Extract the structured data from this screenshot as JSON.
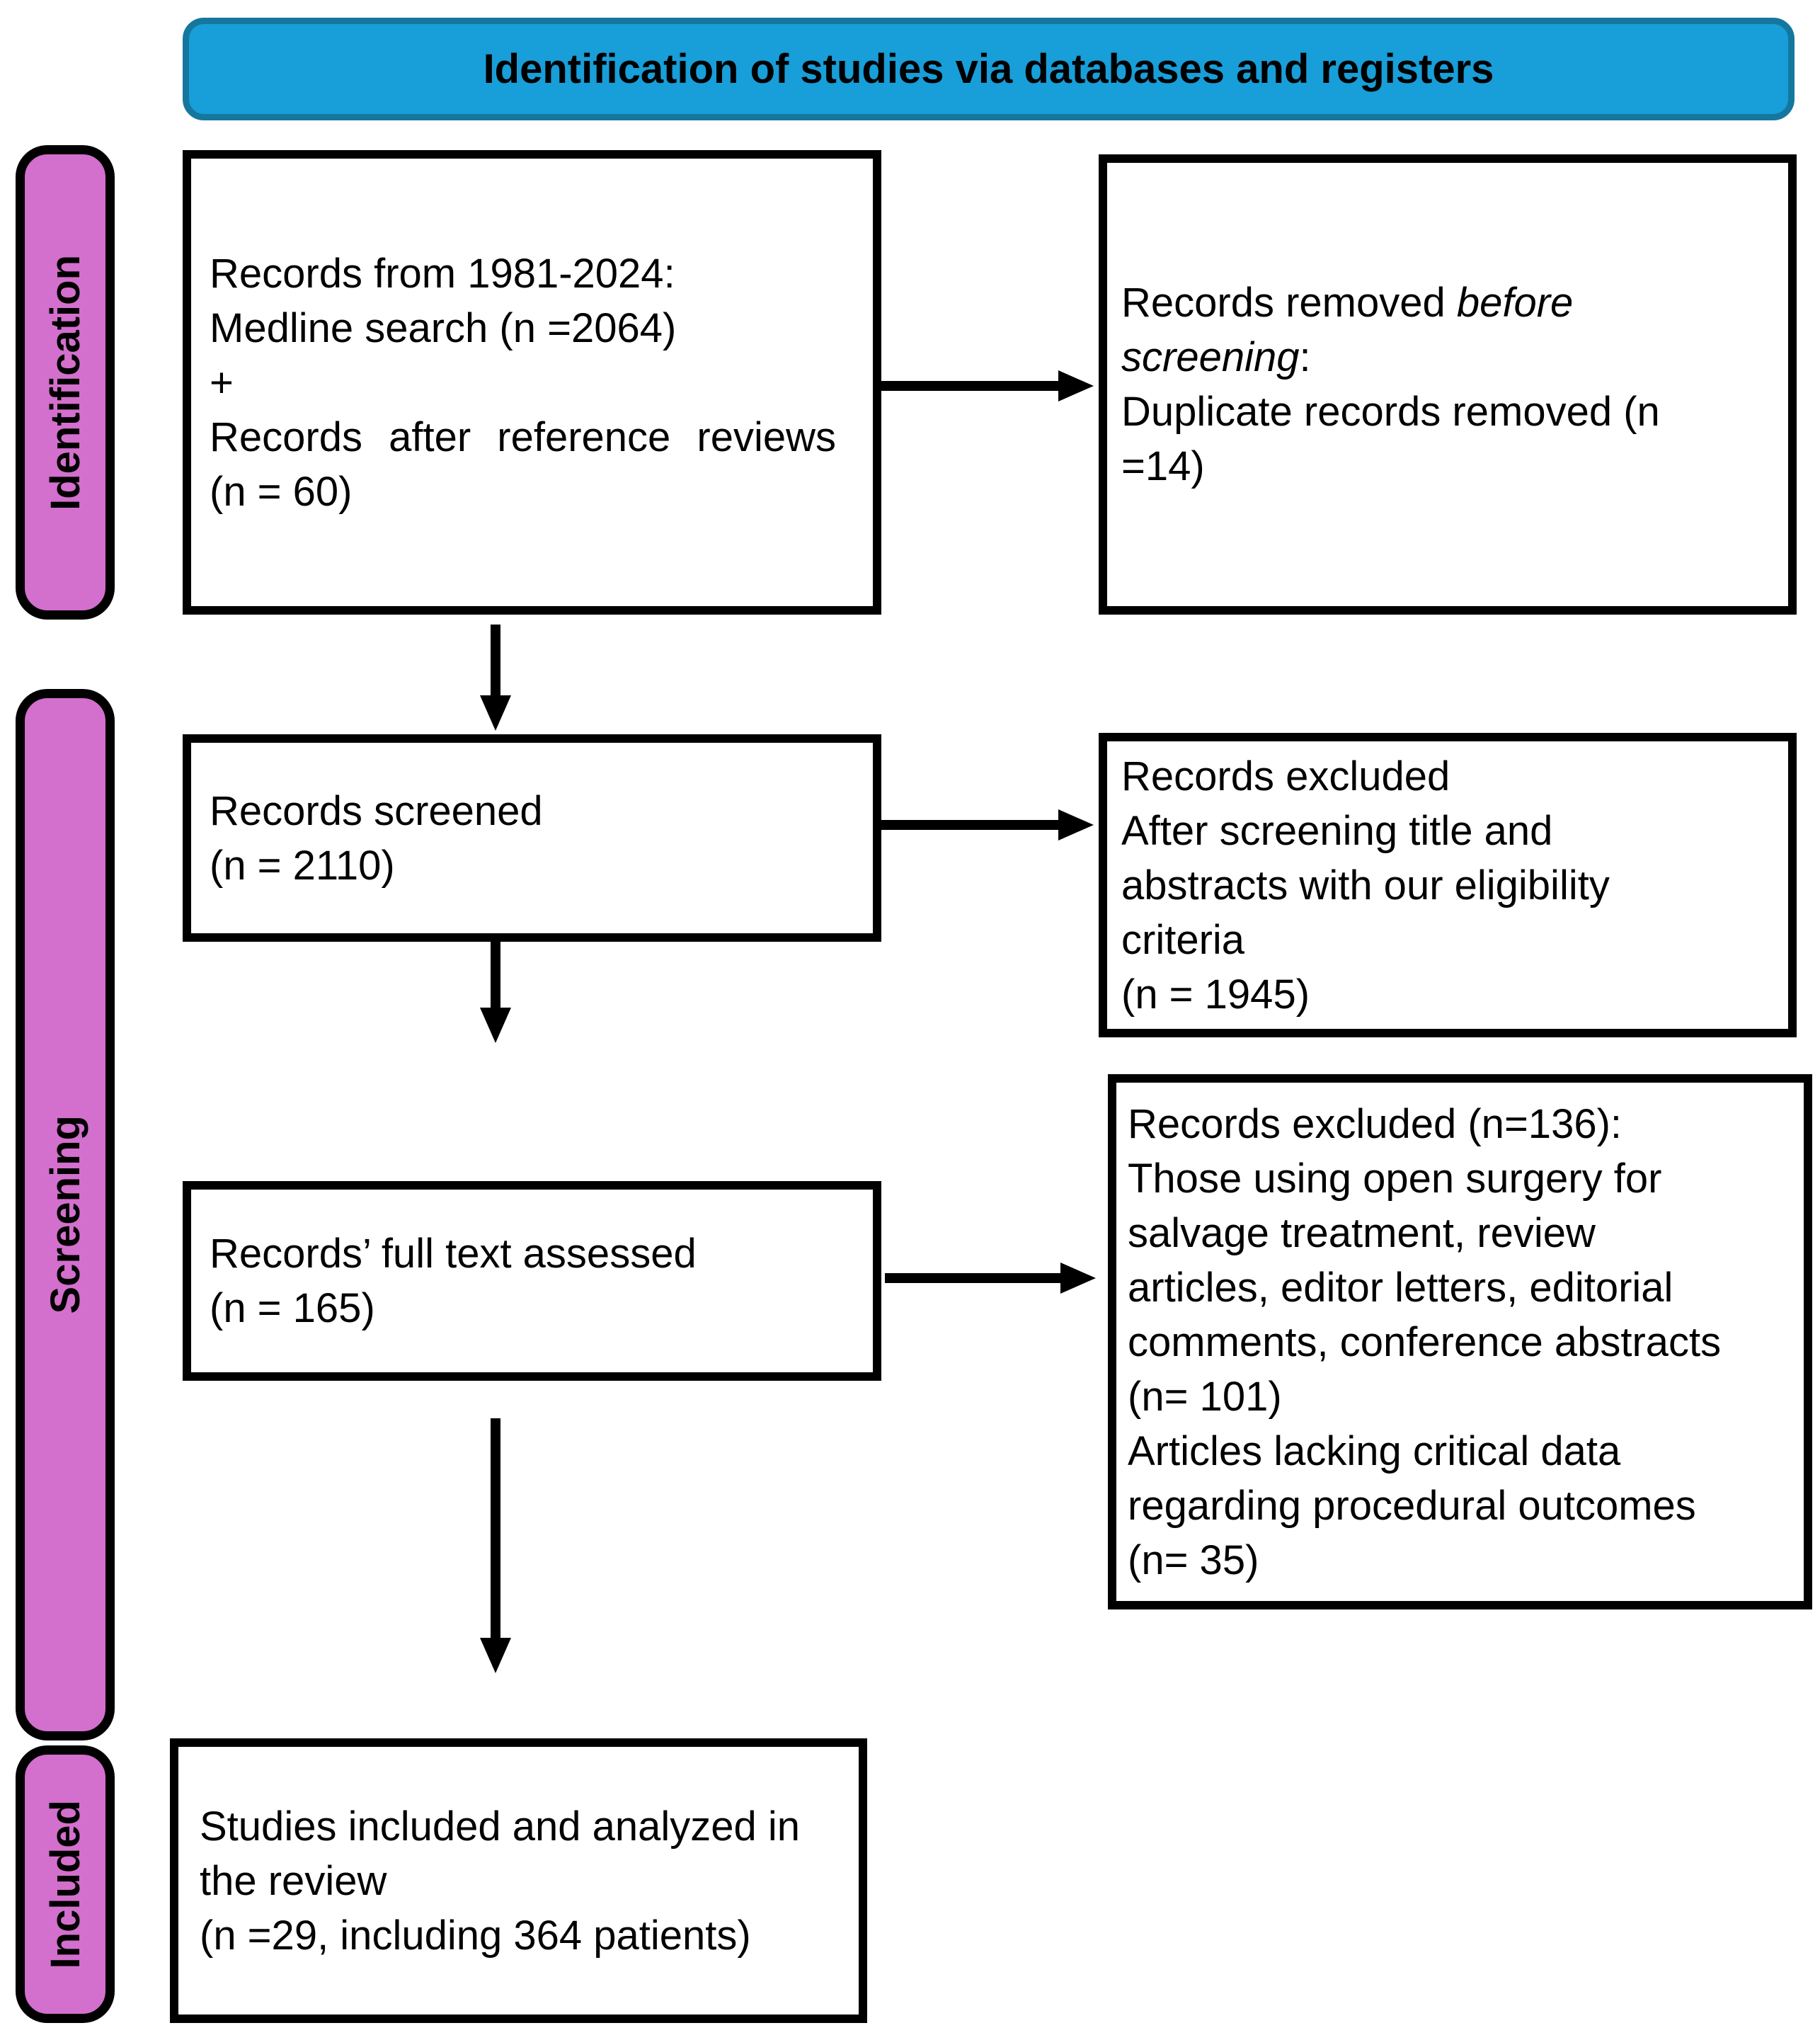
{
  "header": {
    "title": "Identification of studies via databases and registers"
  },
  "colors": {
    "banner_fill": "#189ED8",
    "banner_border": "#15779E",
    "stage_fill": "#D36FCC",
    "stage_border": "#000000",
    "box_border": "#000000",
    "arrow": "#000000",
    "text": "#000000"
  },
  "stages": [
    {
      "label": "Identification"
    },
    {
      "label": "Screening"
    },
    {
      "label": "Included"
    }
  ],
  "boxes": {
    "records_from": {
      "lines": [
        "Records from 1981-2024:",
        "Medline search (n =2064)",
        "+",
        "Records after reference reviews",
        "(n = 60)"
      ]
    },
    "records_removed": {
      "line1_normal": "Records removed ",
      "line1_italic": "before",
      "line2_italic": "screening",
      "line2_normal": ":",
      "line3": "Duplicate records removed (n",
      "line4": "=14)"
    },
    "records_screened": {
      "lines": [
        "Records screened",
        "(n = 2110)"
      ]
    },
    "records_excluded_screening": {
      "lines": [
        "Records excluded",
        "After screening title and",
        "abstracts with our eligibility",
        "criteria",
        "(n = 1945)"
      ]
    },
    "full_text_assessed": {
      "lines": [
        "Records’ full text assessed",
        "(n = 165)"
      ]
    },
    "records_excluded_fulltext": {
      "lines": [
        "Records excluded (n=136):",
        "Those using open surgery for",
        "salvage treatment, review",
        "articles, editor letters, editorial",
        "comments, conference abstracts",
        "(n= 101)",
        "Articles lacking critical data",
        "regarding procedural outcomes",
        "(n= 35)"
      ]
    },
    "studies_included": {
      "lines": [
        "Studies included and analyzed in",
        "the review",
        "(n =29, including 364 patients)"
      ]
    }
  }
}
